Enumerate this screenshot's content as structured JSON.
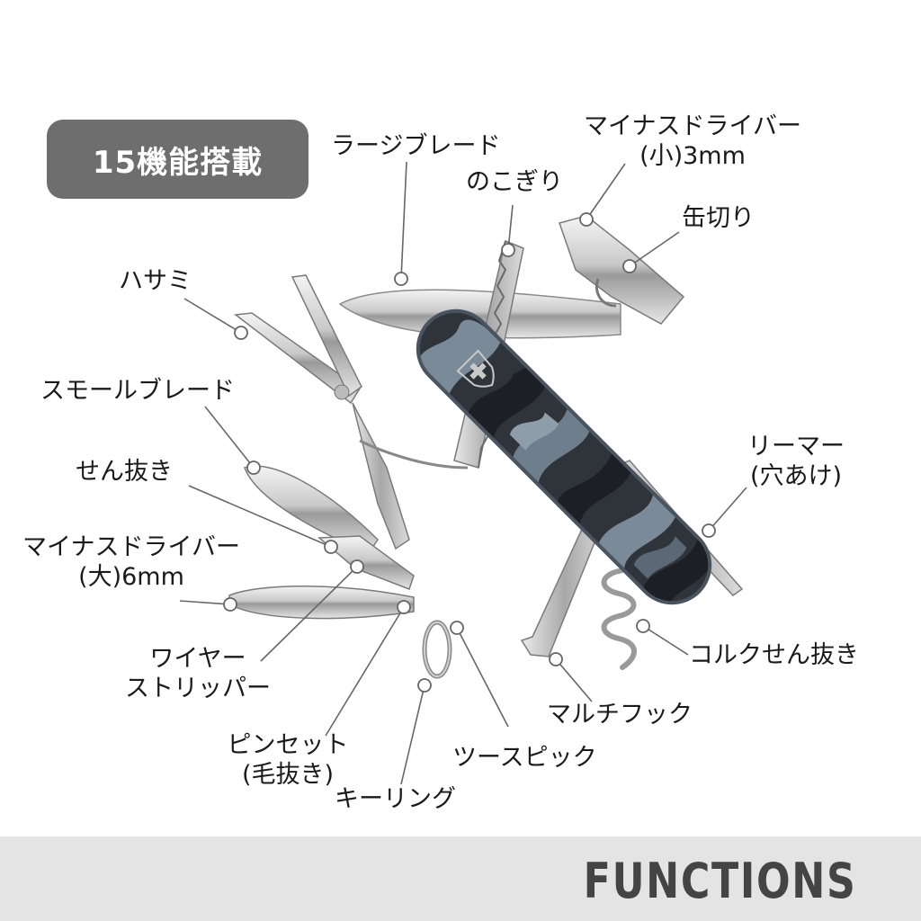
{
  "badge": {
    "text": "15機能搭載"
  },
  "labels": {
    "large_blade": "ラージブレード",
    "saw": "のこぎり",
    "screwdriver_small_1": "マイナスドライバー",
    "screwdriver_small_2": "(小)3mm",
    "can_opener": "缶切り",
    "scissors": "ハサミ",
    "small_blade": "スモールブレード",
    "bottle_opener": "せん抜き",
    "screwdriver_large_1": "マイナスドライバー",
    "screwdriver_large_2": "(大)6mm",
    "reamer_1": "リーマー",
    "reamer_2": "(穴あけ)",
    "wire_stripper_1": "ワイヤー",
    "wire_stripper_2": "ストリッパー",
    "corkscrew": "コルクせん抜き",
    "multi_hook": "マルチフック",
    "tweezers_1": "ピンセット",
    "tweezers_2": "(毛抜き)",
    "toothpick": "ツースピック",
    "key_ring": "キーリング"
  },
  "footer": {
    "text": "FUNCTIONS"
  },
  "colors": {
    "badge": "#6e6e6e",
    "footer_bg": "#e4e4e4",
    "footer_text": "#444444",
    "leader": "#666666"
  }
}
